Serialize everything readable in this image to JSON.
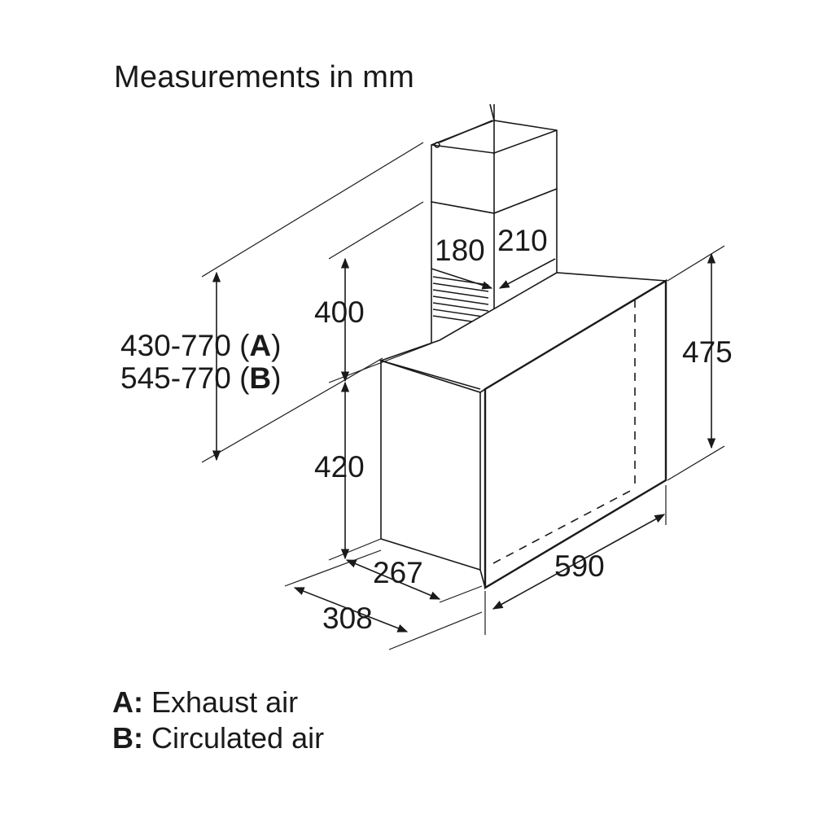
{
  "title": "Measurements in mm",
  "dimensions": {
    "height_a": "430-770 (",
    "height_a_key": "A",
    "height_b": "545-770 (",
    "height_b_key": "B",
    "close_paren": ")",
    "chimney_height": "400",
    "body_height": "420",
    "front_height": "475",
    "chimney_depth": "180",
    "chimney_width": "210",
    "body_depth": "267",
    "total_depth": "308",
    "width": "590"
  },
  "legend": [
    {
      "key": "A:",
      "label": " Exhaust air"
    },
    {
      "key": "B:",
      "label": " Circulated air"
    }
  ],
  "colors": {
    "line": "#1a1a1a",
    "background": "#ffffff"
  }
}
